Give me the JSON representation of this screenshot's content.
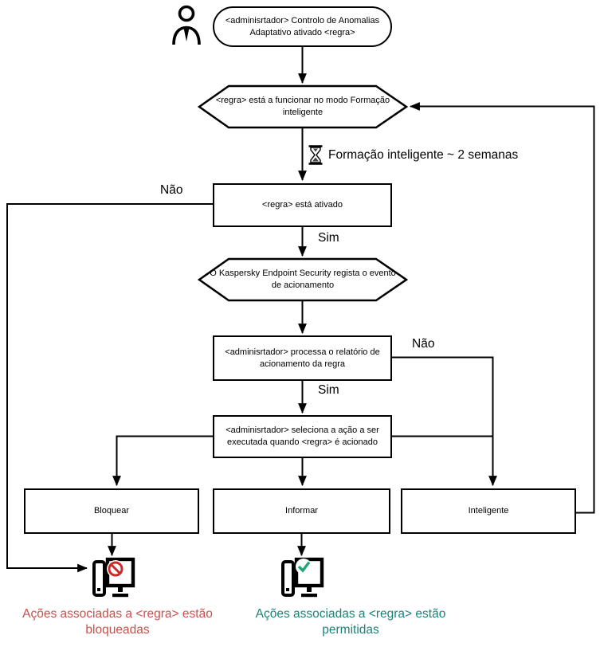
{
  "palette": {
    "line": "#000000",
    "node_fill": "#ffffff",
    "blocked_text": "#c9514c",
    "allowed_text": "#1c837b",
    "prohibition_red": "#ce2b28",
    "check_green": "#25a575"
  },
  "nodes": {
    "start": "<adminisrtador> Controlo de Anomalias Adaptativo ativado <regra>",
    "learning_mode": "<regra> está a funcionar no modo Formação inteligente",
    "duration_note": "Formação inteligente ~ 2 semanas",
    "rule_active": "<regra> está ativado",
    "registers_event": "O Kaspersky Endpoint Security regista o evento de acionamento",
    "process_report": "<adminisrtador> processa o relatório de acionamento da regra",
    "select_action": "<adminisrtador> seleciona a ação a ser executada quando <regra> é acionado",
    "action_block": "Bloquear",
    "action_inform": "Informar",
    "action_smart": "Inteligente"
  },
  "edge_labels": {
    "no_left": "Não",
    "yes_active": "Sim",
    "no_report": "Não",
    "yes_report": "Sim"
  },
  "outcomes": {
    "blocked": "Ações associadas a <regra> estão bloqueadas",
    "allowed": "Ações associadas a <regra> estão permitidas"
  },
  "icons": {
    "person": "person-icon",
    "hourglass": "hourglass-icon",
    "computer_blocked": "computer-blocked-icon",
    "computer_allowed": "computer-allowed-icon"
  }
}
